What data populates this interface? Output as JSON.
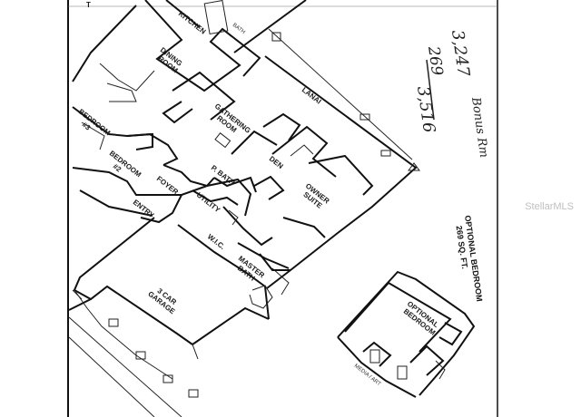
{
  "handwritten_notes": {
    "line1": "3,247",
    "line2": "269",
    "note": "Bonus Rm",
    "total": "3,516"
  },
  "rooms": {
    "kitchen": "KITCHEN",
    "dining_room_l1": "DINING",
    "dining_room_l2": "ROOM",
    "bedroom3_l1": "BEDROOM",
    "bedroom3_l2": "#3",
    "bedroom2": "BEDROOM",
    "bedroom2_no": "#2",
    "foyer": "FOYER",
    "entry": "ENTRY",
    "utility": "UTILITY",
    "pbath": "P. BATH",
    "wic": "W.I.C.",
    "master_bath_l1": "MASTER",
    "master_bath_l2": "BATH",
    "garage_l1": "3 CAR",
    "garage_l2": "GARAGE",
    "den": "DEN",
    "owner_suite_l1": "OWNER",
    "owner_suite_l2": "SUITE",
    "living_l1": "GATHERING",
    "living_l2": "ROOM",
    "lanai": "LANAI",
    "optional_bedroom_l1": "OPTIONAL",
    "optional_bedroom_l2": "BEDROOM",
    "bath": "BATH",
    "media": "MEDIA / ART"
  },
  "optional_bedroom_caption": {
    "line1": "OPTIONAL BEDROOM",
    "line2": "269 SQ. FT."
  },
  "corner_mark": "T",
  "watermark": "StellarMLS"
}
